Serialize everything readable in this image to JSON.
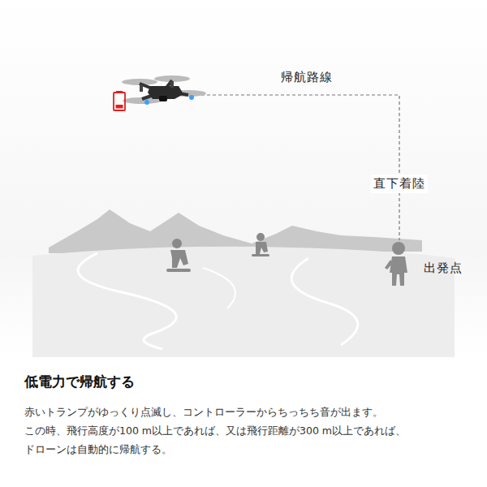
{
  "diagram": {
    "title": "低電力で帰航する",
    "labels": [
      "帰航路線",
      "直下着陸",
      "出発点",
      "赤いトランプがゆっくり点滅し、コントローラーからちっちち音が出ます。",
      "この時、飛行高度が100 m以上であれば、又は飛行距離が300 m以上であれば、",
      "ドローンは自動的に帰航する。"
    ]
  }
}
